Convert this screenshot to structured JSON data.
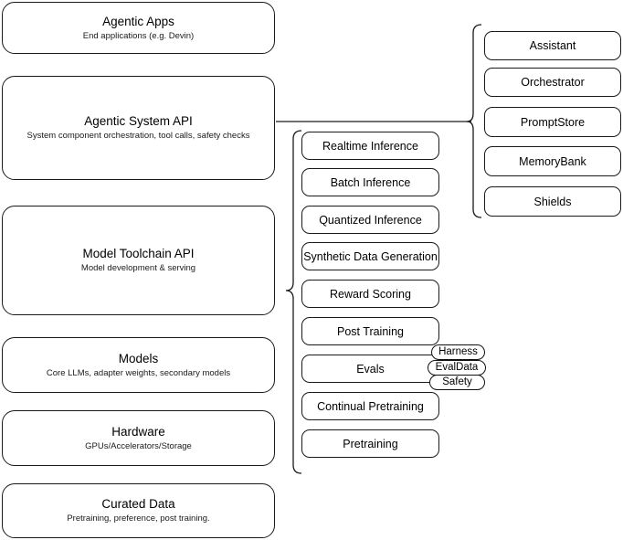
{
  "diagram": {
    "kind": "layered-architecture-diagram",
    "background": "#ffffff",
    "stroke_color": "#1a1a1a"
  },
  "layers": [
    {
      "id": "agentic-apps",
      "title": "Agentic Apps",
      "subtitle": "End applications (e.g. Devin)"
    },
    {
      "id": "agentic-system-api",
      "title": "Agentic System API",
      "subtitle": "System component orchestration, tool calls, safety checks"
    },
    {
      "id": "model-toolchain-api",
      "title": "Model Toolchain API",
      "subtitle": "Model development & serving"
    },
    {
      "id": "models",
      "title": "Models",
      "subtitle": "Core LLMs, adapter weights, secondary models"
    },
    {
      "id": "hardware",
      "title": "Hardware",
      "subtitle": "GPUs/Accelerators/Storage"
    },
    {
      "id": "curated-data",
      "title": "Curated Data",
      "subtitle": "Pretraining, preference, post training."
    }
  ],
  "toolchain_capabilities": [
    {
      "id": "realtime-inference",
      "label": "Realtime Inference"
    },
    {
      "id": "batch-inference",
      "label": "Batch Inference"
    },
    {
      "id": "quantized-inference",
      "label": "Quantized Inference"
    },
    {
      "id": "synthetic-data-generation",
      "label": "Synthetic Data Generation"
    },
    {
      "id": "reward-scoring",
      "label": "Reward Scoring"
    },
    {
      "id": "post-training",
      "label": "Post Training"
    },
    {
      "id": "evals",
      "label": "Evals"
    },
    {
      "id": "continual-pretraining",
      "label": "Continual Pretraining"
    },
    {
      "id": "pretraining",
      "label": "Pretraining"
    }
  ],
  "evals_tags": [
    {
      "id": "harness",
      "label": "Harness"
    },
    {
      "id": "evaldata",
      "label": "EvalData"
    },
    {
      "id": "safety",
      "label": "Safety"
    }
  ],
  "system_components": [
    {
      "id": "assistant",
      "label": "Assistant"
    },
    {
      "id": "orchestrator",
      "label": "Orchestrator"
    },
    {
      "id": "promptstore",
      "label": "PromptStore"
    },
    {
      "id": "memorybank",
      "label": "MemoryBank"
    },
    {
      "id": "shields",
      "label": "Shields"
    }
  ]
}
